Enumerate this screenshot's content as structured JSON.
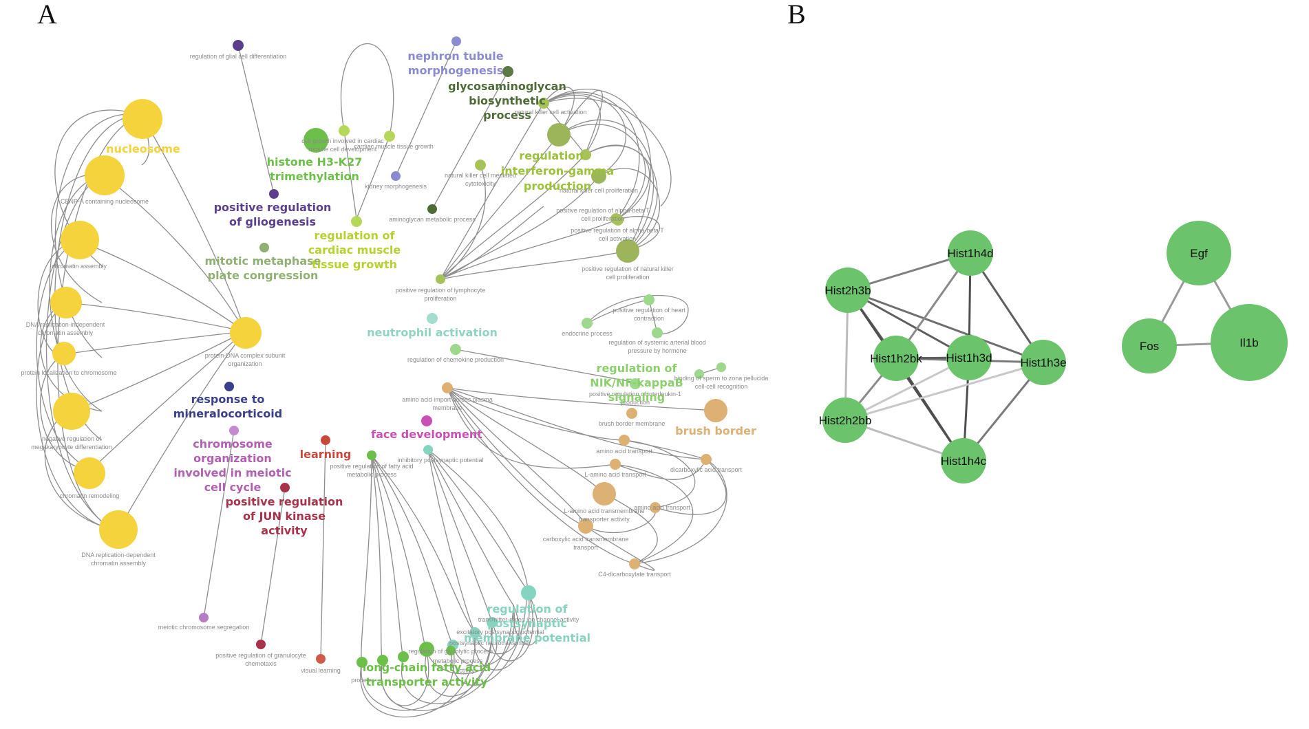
{
  "panel_a": {
    "letter": "A"
  },
  "panel_b": {
    "letter": "B"
  },
  "colors": {
    "yellow": "#f5d33c",
    "purple": "#5b3f8c",
    "lavender": "#8b8bd0",
    "darkgreen": "#4f6b38",
    "green": "#6cc04a",
    "lime": "#9cc23a",
    "olive": "#9cb55a",
    "teal": "#86d4bf",
    "lightgreen": "#9ed88c",
    "navy": "#3a3f8c",
    "magenta": "#b25fb2",
    "pink": "#c850b4",
    "red": "#c8493c",
    "crimson": "#a8324a",
    "tan": "#ddb074",
    "gene": "#6bc36b"
  },
  "clusters": {
    "nucleosome": "nucleosome",
    "histone": [
      "histone H3-K27",
      "trimethylation"
    ],
    "gliogenesis": [
      "positive regulation",
      "of gliogenesis"
    ],
    "mitotic": [
      "mitotic metaphase",
      "plate congression"
    ],
    "cardiac": [
      "regulation of",
      "cardiac muscle",
      "tissue growth"
    ],
    "nephron": [
      "nephron tubule",
      "morphogenesis"
    ],
    "glycosaminoglycan": [
      "glycosaminoglycan",
      "biosynthetic",
      "process"
    ],
    "interferon": [
      "regulation",
      "interferon-gamma",
      "production"
    ],
    "neutrophil": "neutrophil activation",
    "nfkappab": [
      "regulation of",
      "NIK/NF-kappaB",
      "signaling"
    ],
    "mineralocorticoid": [
      "response to",
      "mineralocorticoid"
    ],
    "meiotic": [
      "chromosome",
      "organization",
      "involved in meiotic",
      "cell cycle"
    ],
    "learning": "learning",
    "jun": [
      "positive regulation",
      "of JUN kinase",
      "activity"
    ],
    "face": "face development",
    "brush": "brush border",
    "postsynaptic": [
      "regulation of",
      "postsynaptic",
      "membrane potential"
    ],
    "fattyacid": [
      "long-chain fatty acid",
      "transporter activity"
    ]
  },
  "small_terms": {
    "glial": "regulation of glial cell differentiation",
    "cenpa": "CENP-A containing nucleosome",
    "chromatin_assembly": "chromatin assembly",
    "dna_indep": [
      "DNA replication-independent",
      "chromatin assembly"
    ],
    "protein_loc": "protein localization to chromosome",
    "megakaryocyte": [
      "negative regulation of",
      "megakaryocyte differentiation"
    ],
    "chromatin_remodeling": "chromatin remodeling",
    "dna_dep": [
      "DNA replication-dependent",
      "chromatin assembly"
    ],
    "protein_dna": [
      "protein-DNA complex subunit",
      "organization"
    ],
    "cell_growth": [
      "cell growth involved in cardiac",
      "muscle cell development"
    ],
    "cardiac_tissue": "cardiac muscle tissue growth",
    "kidney": "kidney morphogenesis",
    "aminoglycan": "aminoglycan metabolic process",
    "nk_activation": "natural killer cell activation",
    "nk_cytotox": [
      "natural killer cell mediated",
      "cytotoxicity"
    ],
    "nk_prolif": "natural killer cell proliferation",
    "alpha_beta_prolif": [
      "positive regulation of alpha-beta T",
      "cell proliferation"
    ],
    "alpha_beta_act": [
      "positive regulation of alpha-beta T",
      "cell activation"
    ],
    "pos_nk_prolif": [
      "positive regulation of natural killer",
      "cell proliferation"
    ],
    "lymphocyte": [
      "positive regulation of lymphocyte",
      "proliferation"
    ],
    "heart": [
      "positive regulation of heart",
      "contraction"
    ],
    "endocrine": "endocrine process",
    "arterial": [
      "regulation of systemic arterial blood",
      "pressure by hormone"
    ],
    "chemokine": "regulation of chemokine production",
    "sperm": [
      "binding of sperm to zona pellucida",
      "cell-cell recognition"
    ],
    "interleukin": [
      "positive regulation of interleukin-1",
      "production"
    ],
    "amino_import": [
      "amino acid import across plasma",
      "membrane"
    ],
    "brush_membrane": "brush border membrane",
    "amino_transport": "amino acid transport",
    "l_amino_transport": "L-amino acid transport",
    "dicarboxylic": "dicarboxylic acid transport",
    "l_amino_transmembrane": [
      "L-amino acid transmembrane",
      "transporter activity"
    ],
    "amino_acid_transport2": "amino acid transport",
    "carboxylic": [
      "carboxylic acid transmembrane",
      "transport"
    ],
    "c4": "C4-dicarboxylate transport",
    "meiotic_seg": "meiotic chromosome segregation",
    "granulocyte": [
      "positive regulation of granulocyte",
      "chemotaxis"
    ],
    "visual": "visual learning",
    "fatty_acid_meta": [
      "positive regulation of fatty acid",
      "metabolic process"
    ],
    "inhibitory": "inhibitory postsynaptic potential",
    "ligand_gated": "transmitter-gated ion channel activity",
    "excitatory": "excitatory postsynaptic potential",
    "postsyn_neuro": "postsynaptic neurotransmitter",
    "metabolic": "metabolic process",
    "activity": "activity",
    "process": "process",
    "glycolytic": "regulation of glycolytic process"
  },
  "genes": {
    "hist1h4d": "Hist1h4d",
    "hist2h3b": "Hist2h3b",
    "hist1h2bk": "Hist1h2bk",
    "hist1h3d": "Hist1h3d",
    "hist1h3e": "Hist1h3e",
    "hist2h2bb": "Hist2h2bb",
    "hist1h4c": "Hist1h4c",
    "egf": "Egf",
    "fos": "Fos",
    "il1b": "Il1b"
  }
}
